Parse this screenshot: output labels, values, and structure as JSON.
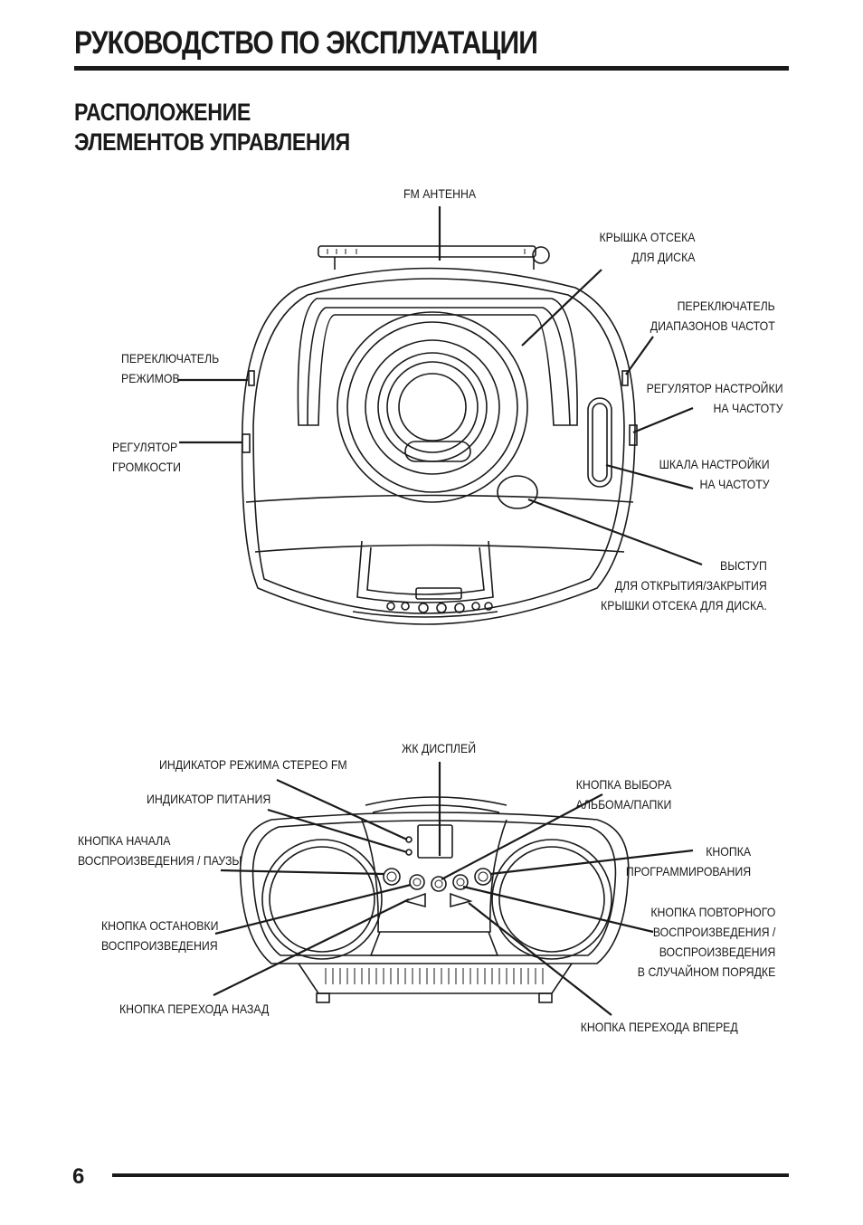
{
  "header": {
    "title": "РУКОВОДСТВО ПО ЭКСПЛУАТАЦИИ"
  },
  "section": {
    "title_lines": [
      "РАСПОЛОЖЕНИЕ",
      "ЭЛЕМЕНТОВ УПРАВЛЕНИЯ"
    ]
  },
  "top_diagram": {
    "fm_antenna": [
      "FM АНТЕННА"
    ],
    "disc_lid": [
      "КРЫШКА ОТСЕКА",
      "ДЛЯ ДИСКА"
    ],
    "band_switch": [
      "ПЕРЕКЛЮЧАТЕЛЬ",
      "ДИАПАЗОНОВ ЧАСТОТ"
    ],
    "mode_switch": [
      "ПЕРЕКЛЮЧАТЕЛЬ",
      "РЕЖИМОВ"
    ],
    "tuning_knob": [
      "РЕГУЛЯТОР НАСТРОЙКИ",
      "НА ЧАСТОТУ"
    ],
    "volume_knob": [
      "РЕГУЛЯТОР",
      "ГРОМКОСТИ"
    ],
    "tuning_scale": [
      "ШКАЛА НАСТРОЙКИ",
      "НА ЧАСТОТУ"
    ],
    "lid_tab": [
      "ВЫСТУП",
      "ДЛЯ ОТКРЫТИЯ/ЗАКРЫТИЯ",
      "КРЫШКИ  ОТСЕКА ДЛЯ ДИСКА."
    ]
  },
  "bottom_diagram": {
    "lcd": [
      "ЖК ДИСПЛЕЙ"
    ],
    "fm_stereo_indicator": [
      "ИНДИКАТОР РЕЖИМА СТЕРЕО FM"
    ],
    "power_indicator": [
      "ИНДИКАТОР ПИТАНИЯ"
    ],
    "album_button": [
      "КНОПКА ВЫБОРА",
      "АЛЬБОМА/ПАПКИ"
    ],
    "play_pause_button": [
      "КНОПКА НАЧАЛА",
      "ВОСПРОИЗВЕДЕНИЯ / ПАУЗЫ"
    ],
    "program_button": [
      "КНОПКА",
      "ПРОГРАММИРОВАНИЯ"
    ],
    "stop_button": [
      "КНОПКА ОСТАНОВКИ",
      "ВОСПРОИЗВЕДЕНИЯ"
    ],
    "repeat_button": [
      "КНОПКА ПОВТОРНОГО",
      "ВОСПРОИЗВЕДЕНИЯ /",
      "ВОСПРОИЗВЕДЕНИЯ",
      "В СЛУЧАЙНОМ ПОРЯДКЕ"
    ],
    "skip_back_button": [
      "КНОПКА ПЕРЕХОДА НАЗАД"
    ],
    "skip_forward_button": [
      "КНОПКА ПЕРЕХОДА ВПЕРЕД"
    ]
  },
  "footer": {
    "page_number": "6"
  }
}
